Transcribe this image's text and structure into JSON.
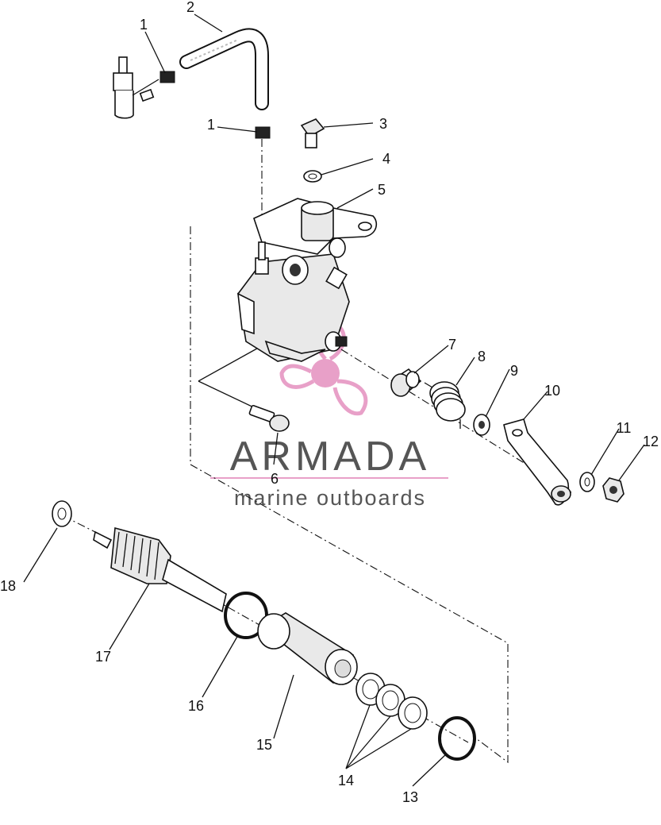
{
  "callouts": {
    "c1a": "1",
    "c2": "2",
    "c1b": "1",
    "c3": "3",
    "c4": "4",
    "c5": "5",
    "c6": "6",
    "c7": "7",
    "c8": "8",
    "c9": "9",
    "c10": "10",
    "c11": "11",
    "c12": "12",
    "c13": "13",
    "c14": "14",
    "c15": "15",
    "c16": "16",
    "c17": "17",
    "c18": "18"
  },
  "watermark": {
    "brand": "ARMADA",
    "tagline": "marine outboards",
    "accent_color": "#e8a0c8",
    "icon": "propeller-icon"
  }
}
